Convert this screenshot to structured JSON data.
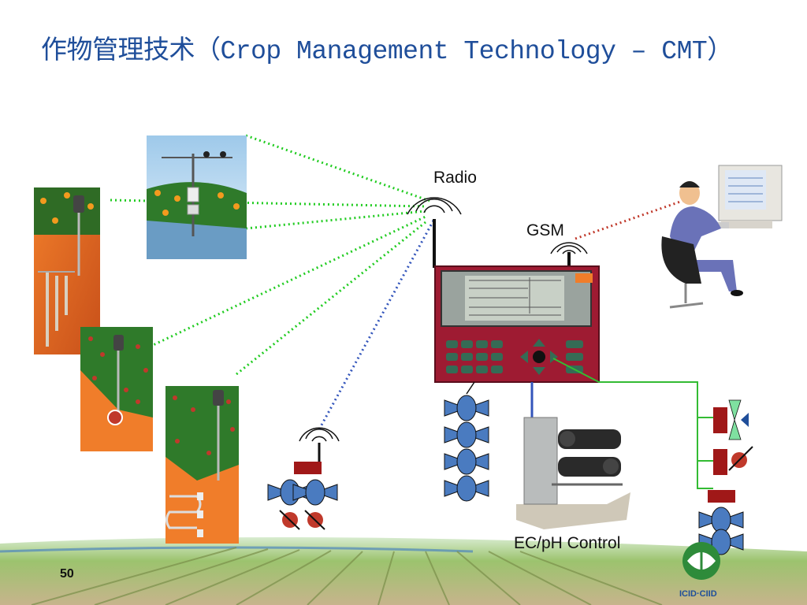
{
  "slide": {
    "title": "作物管理技术（Crop Management Technology – CMT）",
    "page_number": "50"
  },
  "labels": {
    "radio": "Radio",
    "gsm": "GSM",
    "ecph": "EC/pH Control"
  },
  "logo": {
    "text": "ICID·CIID"
  },
  "colors": {
    "title": "#1f4e9a",
    "radio_link": "#22cc22",
    "valve_link": "#3355bb",
    "gsm_link": "#c0392b",
    "controller": "#9e1b32",
    "wire": "#33bb33"
  }
}
